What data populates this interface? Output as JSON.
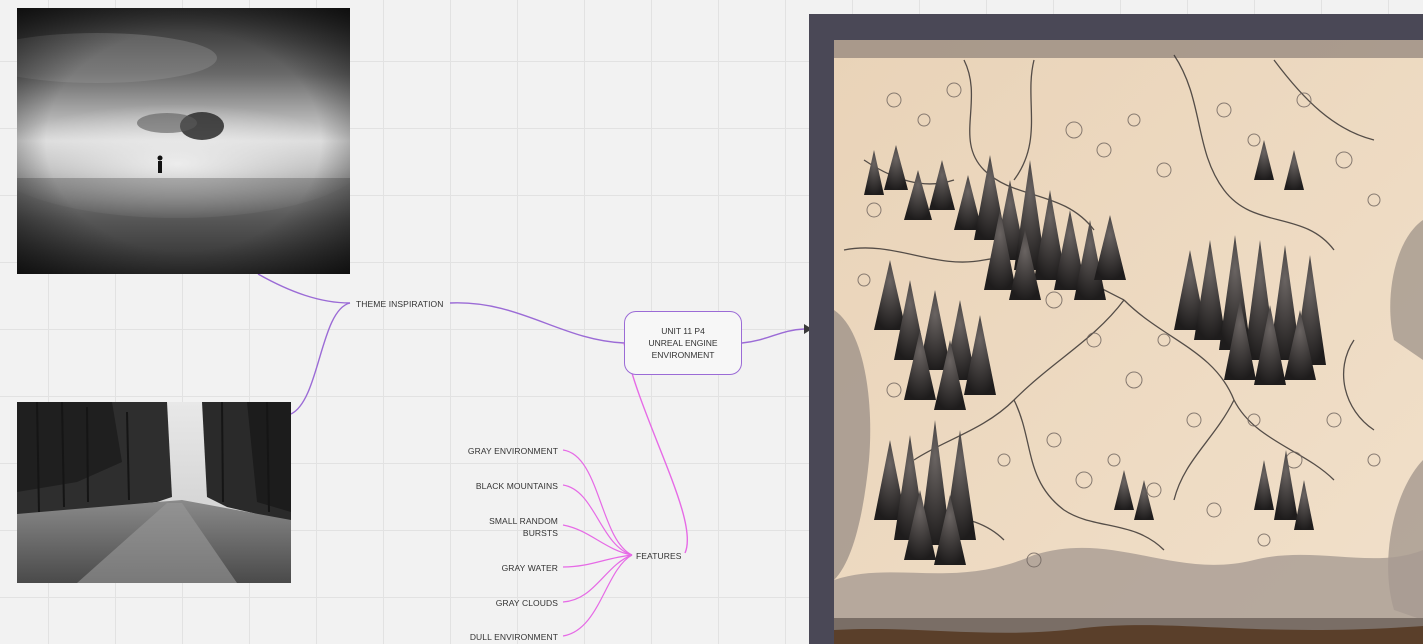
{
  "nodes": {
    "theme_inspiration": "THEME INSPIRATION",
    "center": {
      "line1": "UNIT 11 P4",
      "line2": "UNREAL ENGINE",
      "line3": "ENVIRONMENT"
    },
    "features": "FEATURES",
    "feature_items": [
      "GRAY ENVIRONMENT",
      "BLACK MOUNTAINS",
      "SMALL RANDOM",
      "BURSTS",
      "GRAY WATER",
      "GRAY CLOUDS",
      "DULL ENVIRONMENT"
    ]
  },
  "colors": {
    "connector_purple": "#9b6bd6",
    "connector_magenta": "#e66ae6",
    "map_frame": "#4a4856",
    "map_parchment": "#efdcc4"
  }
}
